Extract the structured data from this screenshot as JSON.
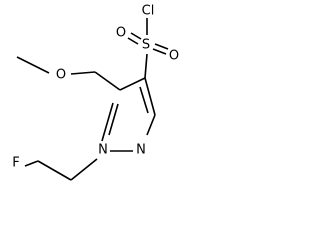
{
  "molecule": {
    "atoms": {
      "chlorine": "Cl",
      "sulfur": "S",
      "sulfonyl_oxygen_top": "O",
      "sulfonyl_oxygen_bottom": "O",
      "ether_oxygen": "O",
      "ring_nitrogen_1": "N",
      "ring_nitrogen_2": "N",
      "fluorine": "F"
    }
  }
}
